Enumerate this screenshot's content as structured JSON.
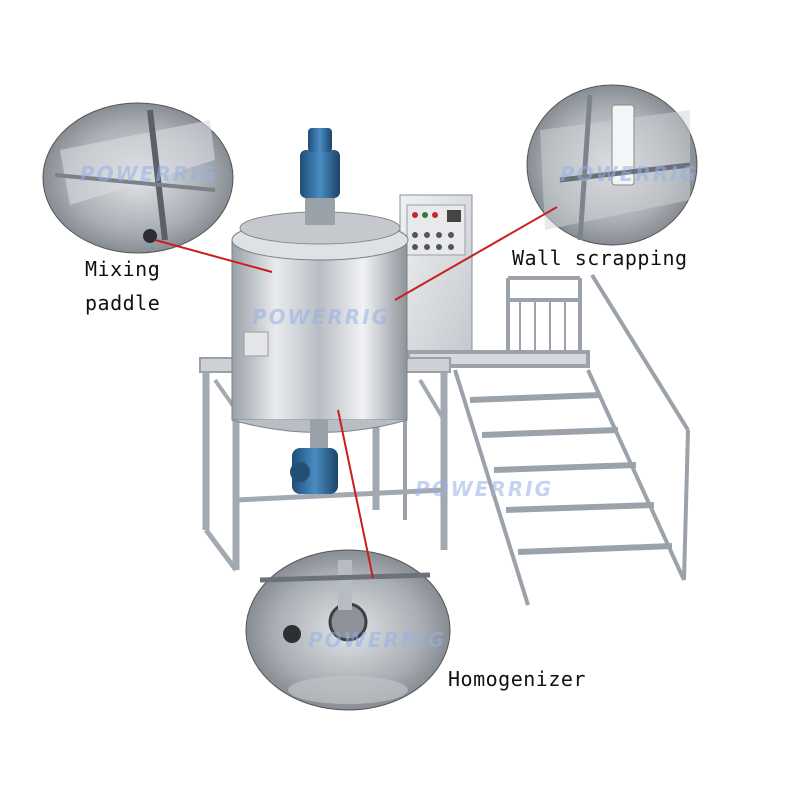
{
  "labels": {
    "mixing_paddle_line1": "Mixing",
    "mixing_paddle_line2": "paddle",
    "wall_scrapping": "Wall scrapping",
    "homogenizer": "Homogenizer"
  },
  "watermark": "POWERRIG",
  "colors": {
    "steel": "#c9ccd1",
    "steel_dark": "#8f959c",
    "motor_blue": "#2f6fa0",
    "callout_line": "#c8201e"
  }
}
